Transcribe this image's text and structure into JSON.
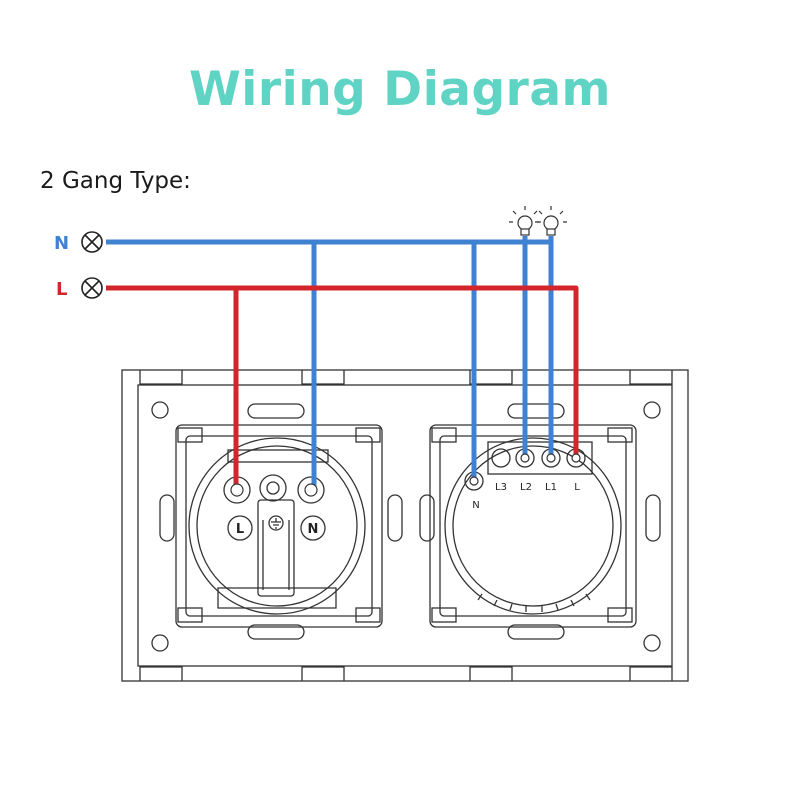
{
  "title": "Wiring Diagram",
  "subtitle": "2 Gang Type:",
  "colors": {
    "title": "#5fd3c4",
    "neutral": "#3f82d2",
    "live": "#d2252c",
    "outline": "#333333",
    "background": "#ffffff"
  },
  "supply": {
    "neutral_label": "N",
    "live_label": "L"
  },
  "socket": {
    "live_letter": "L",
    "neutral_letter": "N"
  },
  "switch": {
    "terminals": [
      "L3",
      "L2",
      "L1",
      "L"
    ],
    "neutral_label": "N"
  },
  "icons": {
    "supply_terminal": "cross-circle-icon",
    "lamp": "light-bulb-icon",
    "earth": "earth-ground-icon"
  }
}
